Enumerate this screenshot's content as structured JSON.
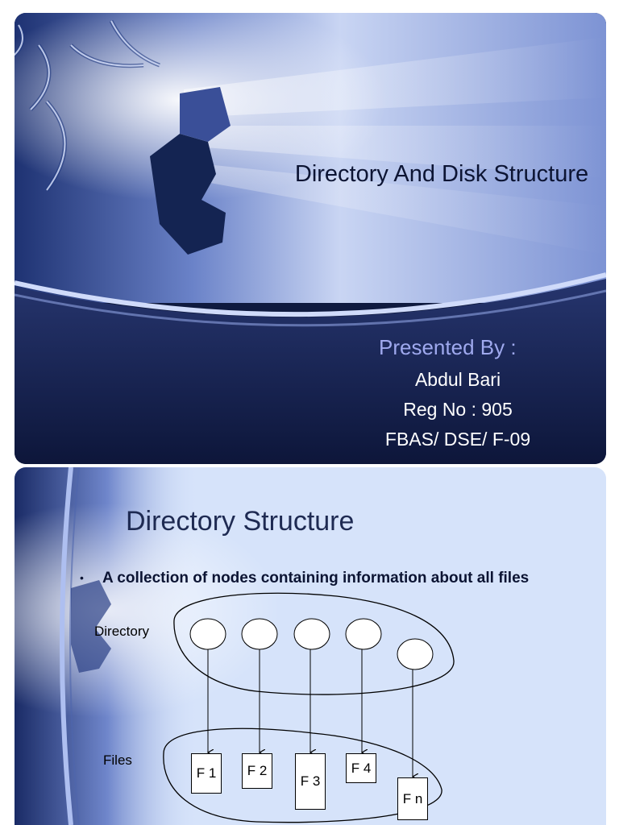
{
  "slide1": {
    "title": "Directory  And  Disk Structure",
    "presented_by": "Presented By :",
    "name": "Abdul  Bari",
    "reg": "Reg  No : 905",
    "dept": "FBAS/ DSE/ F-09"
  },
  "slide2": {
    "title": "Directory Structure",
    "bullet_symbol": "•",
    "bullet": "A collection of nodes containing information about all files",
    "directory_label": "Directory",
    "files_label": "Files",
    "files": [
      "F 1",
      "F 2",
      "F 3",
      "F 4",
      "F n"
    ]
  },
  "colors": {
    "title_dark": "#0c1433",
    "presented_by": "#9fa9ee",
    "slide1_footer": "#0f1a3f",
    "slide2_background": "#d6e3fa"
  }
}
